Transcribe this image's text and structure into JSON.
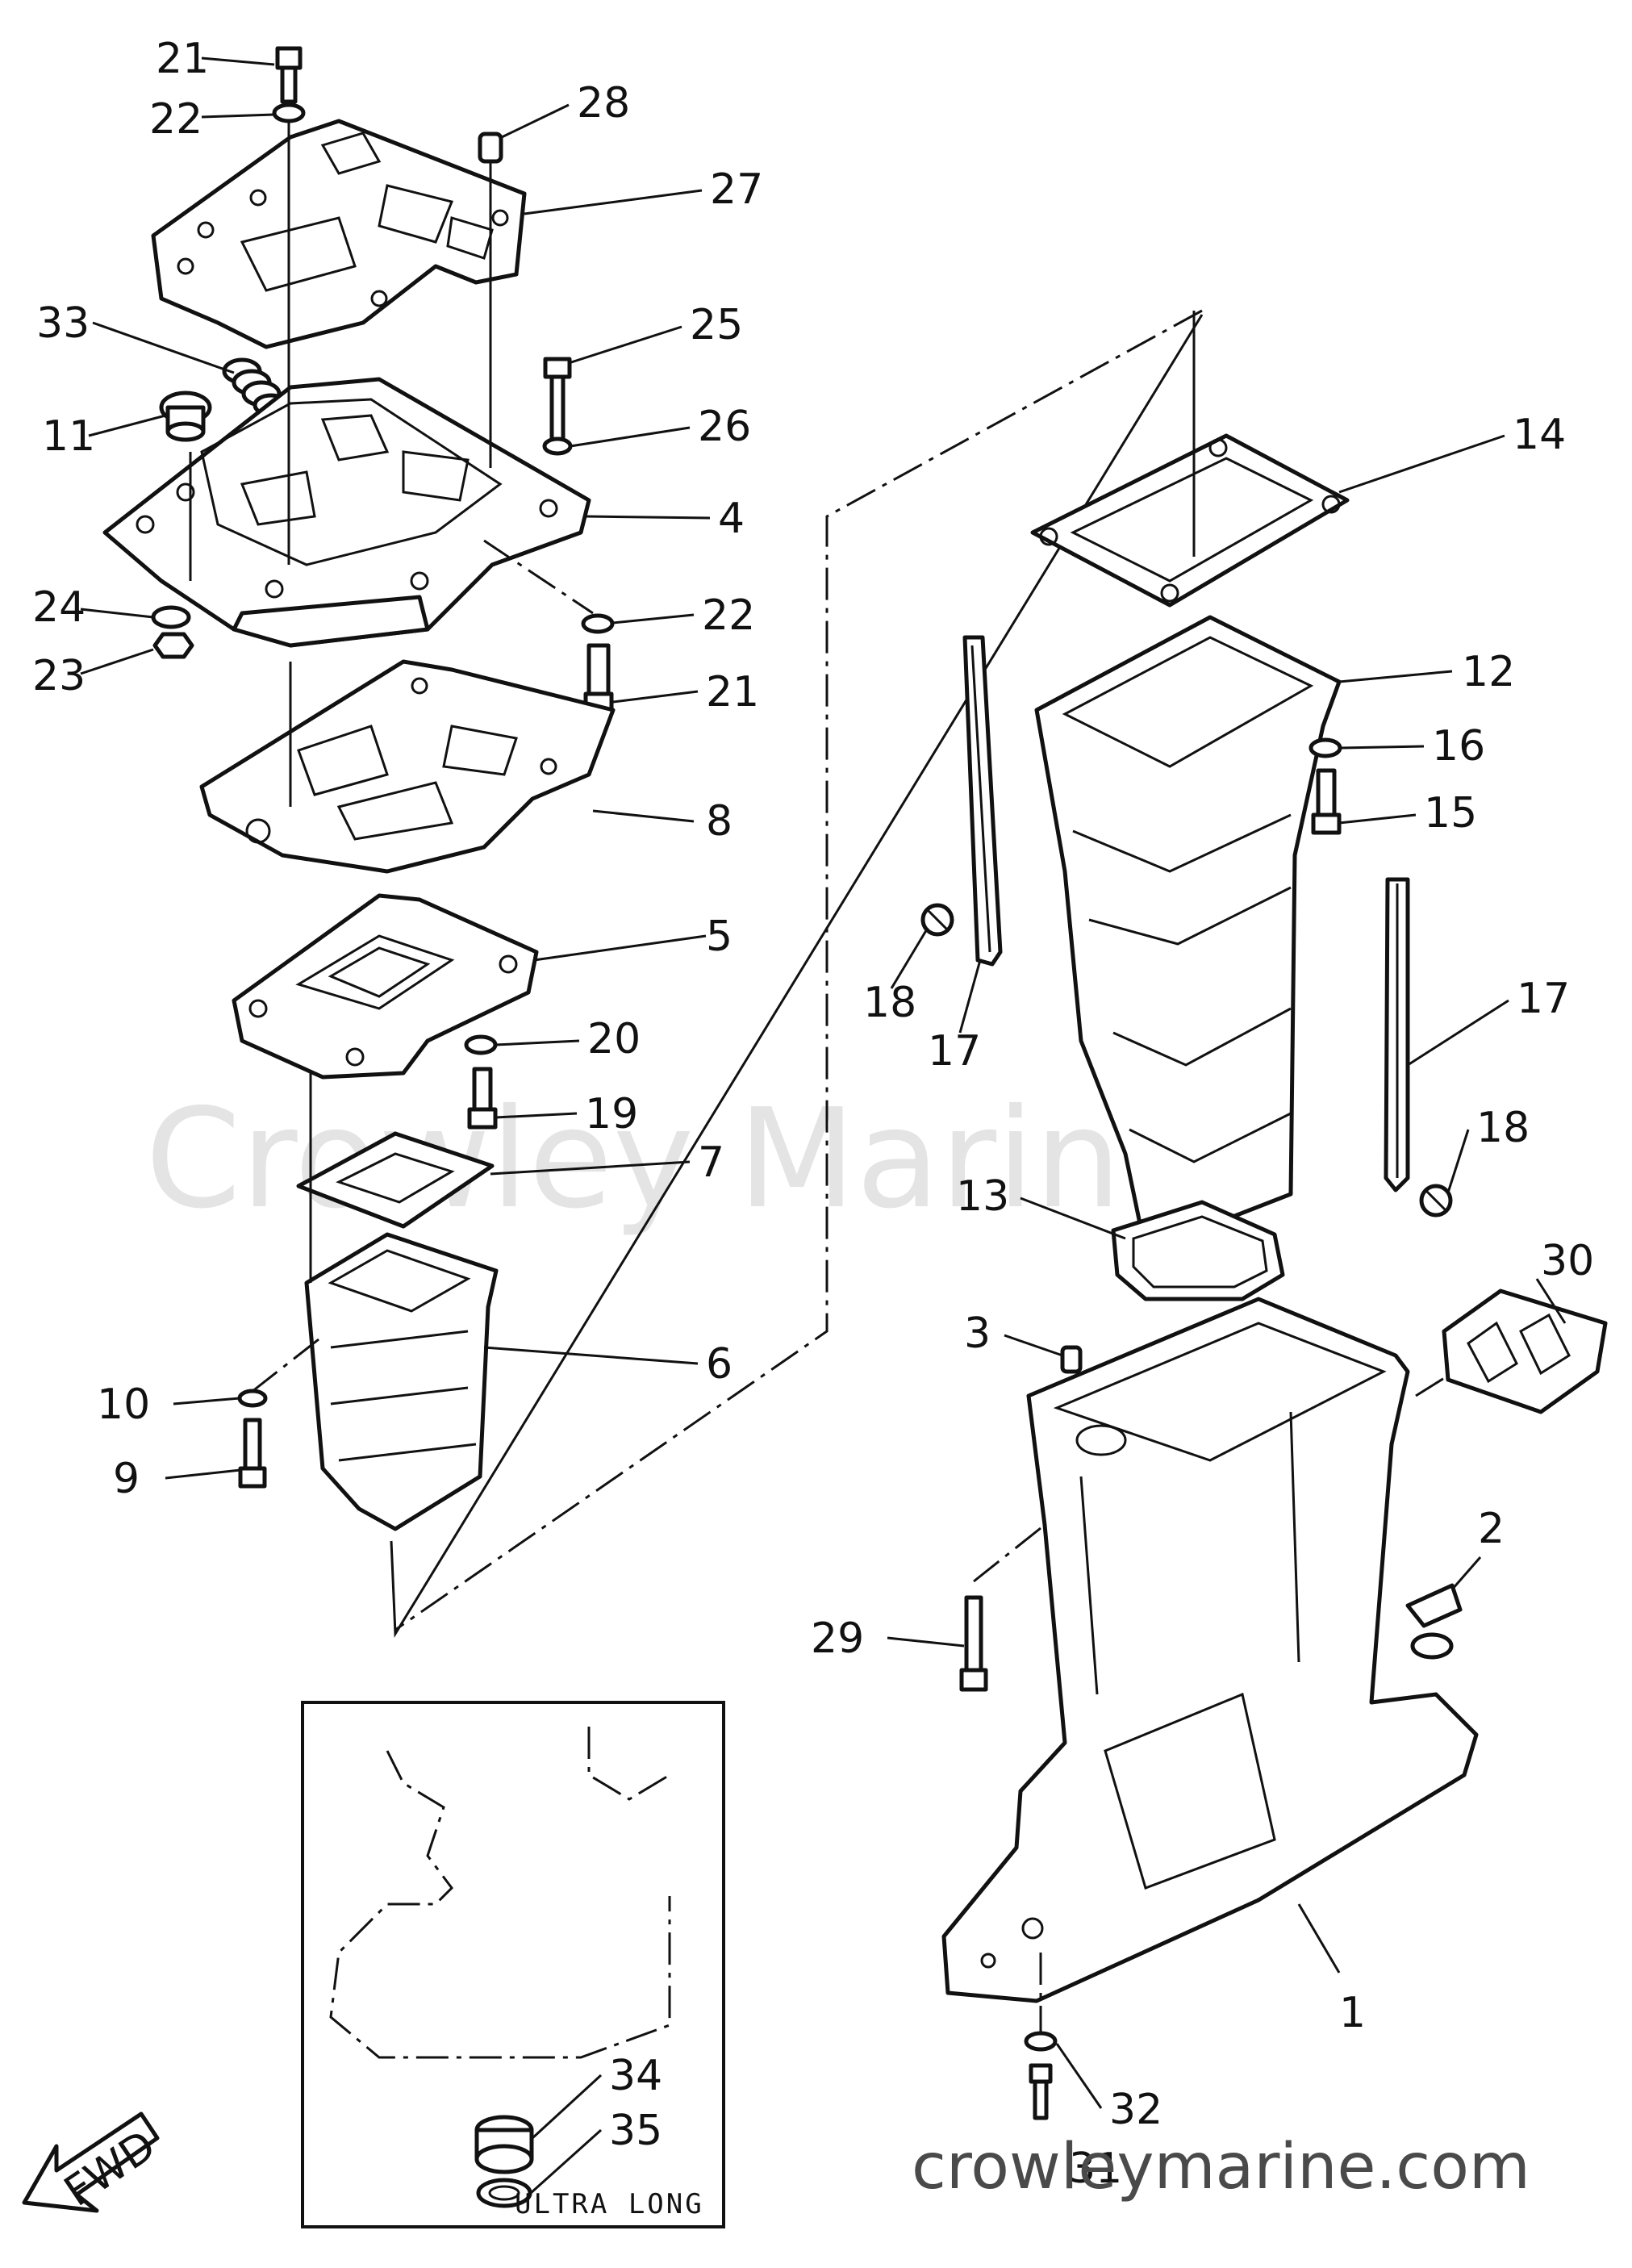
{
  "watermark": "Crowley Marine",
  "site_label": "crowleymarine.com",
  "inset_label": "ULTRA LONG",
  "fwd_label": "FWD",
  "colors": {
    "line": "#111111",
    "watermark": "#e4e4e4",
    "site_text": "#4a4a4a"
  },
  "callouts": [
    {
      "id": "21a",
      "text": "21"
    },
    {
      "id": "22a",
      "text": "22"
    },
    {
      "id": "28",
      "text": "28"
    },
    {
      "id": "27",
      "text": "27"
    },
    {
      "id": "33",
      "text": "33"
    },
    {
      "id": "25",
      "text": "25"
    },
    {
      "id": "11",
      "text": "11"
    },
    {
      "id": "26",
      "text": "26"
    },
    {
      "id": "14",
      "text": "14"
    },
    {
      "id": "4",
      "text": "4"
    },
    {
      "id": "24",
      "text": "24"
    },
    {
      "id": "22b",
      "text": "22"
    },
    {
      "id": "23",
      "text": "23"
    },
    {
      "id": "21b",
      "text": "21"
    },
    {
      "id": "12",
      "text": "12"
    },
    {
      "id": "16",
      "text": "16"
    },
    {
      "id": "8",
      "text": "8"
    },
    {
      "id": "15",
      "text": "15"
    },
    {
      "id": "5",
      "text": "5"
    },
    {
      "id": "20",
      "text": "20"
    },
    {
      "id": "18a",
      "text": "18"
    },
    {
      "id": "17a",
      "text": "17"
    },
    {
      "id": "17b",
      "text": "17"
    },
    {
      "id": "19",
      "text": "19"
    },
    {
      "id": "7",
      "text": "7"
    },
    {
      "id": "18b",
      "text": "18"
    },
    {
      "id": "13",
      "text": "13"
    },
    {
      "id": "30",
      "text": "30"
    },
    {
      "id": "3",
      "text": "3"
    },
    {
      "id": "6",
      "text": "6"
    },
    {
      "id": "10",
      "text": "10"
    },
    {
      "id": "9",
      "text": "9"
    },
    {
      "id": "2",
      "text": "2"
    },
    {
      "id": "29",
      "text": "29"
    },
    {
      "id": "34",
      "text": "34"
    },
    {
      "id": "35",
      "text": "35"
    },
    {
      "id": "1",
      "text": "1"
    },
    {
      "id": "32",
      "text": "32"
    },
    {
      "id": "31",
      "text": "31"
    }
  ]
}
